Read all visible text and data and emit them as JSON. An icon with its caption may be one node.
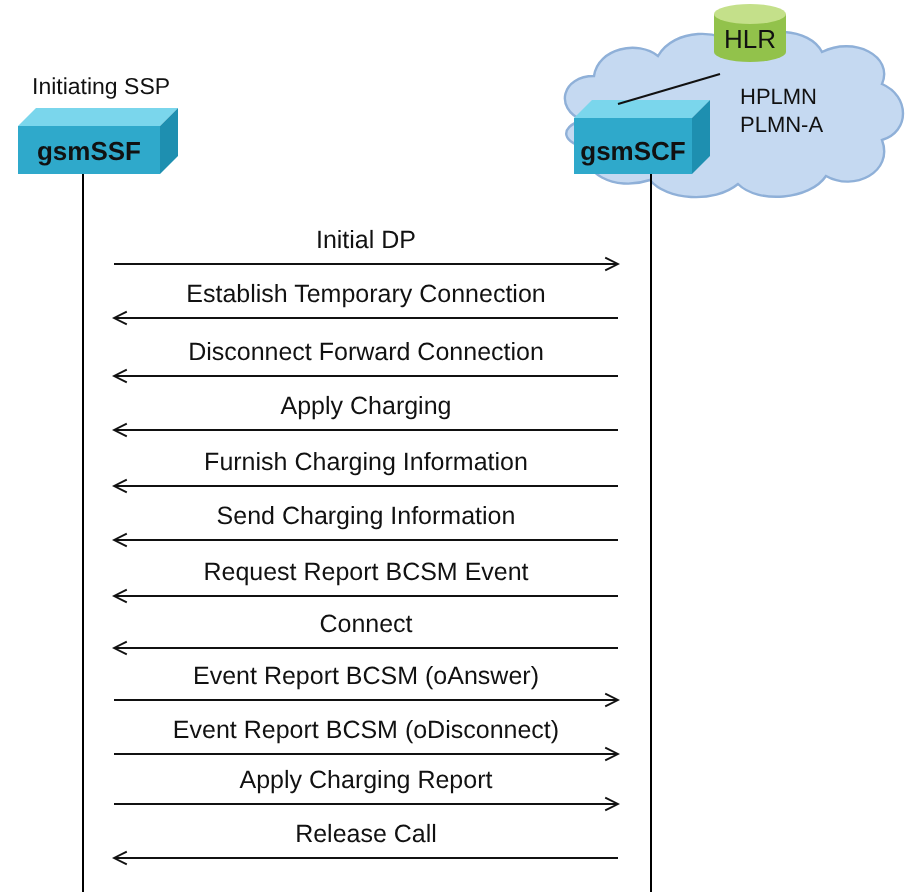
{
  "diagram": {
    "nodes": [
      {
        "text": [
          "Initiating SSP",
          "gsmSSF"
        ]
      },
      {
        "text": [
          "HPLMN PLMN-A"
        ]
      },
      {
        "text": [
          "gsmSCF"
        ],
        "in": 1
      },
      {
        "text": [
          "HLR"
        ]
      },
      {
        "text": [],
        "shape": "bar"
      },
      {
        "text": [],
        "shape": "bar"
      }
    ],
    "edges": [
      {
        "from": 3,
        "to": 2,
        "arrow": "none"
      },
      {
        "from": 4,
        "to": 5,
        "label": "Initial DP",
        "arrow": "to"
      },
      {
        "from": 5,
        "to": 4,
        "label": "Establish Temporary Connection",
        "arrow": "to"
      },
      {
        "from": 5,
        "to": 4,
        "label": "Disconnect Forward Connection",
        "arrow": "to"
      },
      {
        "from": 5,
        "to": 4,
        "label": "Apply Charging",
        "arrow": "to"
      },
      {
        "from": 5,
        "to": 4,
        "label": "Furnish Charging Information",
        "arrow": "to"
      },
      {
        "from": 5,
        "to": 4,
        "label": "Send Charging Information",
        "arrow": "to"
      },
      {
        "from": 5,
        "to": 4,
        "label": "Request Report BCSM Event",
        "arrow": "to"
      },
      {
        "from": 5,
        "to": 4,
        "label": "Connect",
        "arrow": "to"
      },
      {
        "from": 4,
        "to": 5,
        "label": "Event Report BCSM (oAnswer)",
        "arrow": "to"
      },
      {
        "from": 4,
        "to": 5,
        "label": "Event Report BCSM (oDisconnect)",
        "arrow": "to"
      },
      {
        "from": 4,
        "to": 5,
        "label": "Apply Charging Report",
        "arrow": "to"
      },
      {
        "from": 5,
        "to": 4,
        "label": "Release Call",
        "arrow": "to"
      }
    ]
  }
}
